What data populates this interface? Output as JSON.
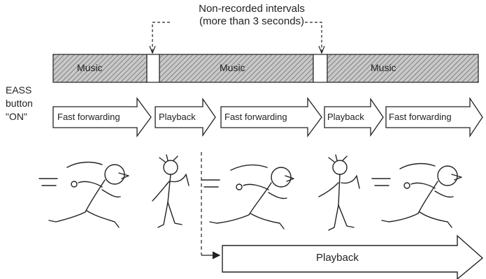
{
  "header": {
    "title_line1": "Non-recorded intervals",
    "title_line2": "(more than 3 seconds)"
  },
  "tape": {
    "segments": [
      "Music",
      "Music",
      "Music"
    ]
  },
  "side_label": {
    "line1": "EASS",
    "line2": "button",
    "line3": "\"ON\""
  },
  "sequence": [
    {
      "label": "Fast forwarding",
      "figure": "running-figure-icon"
    },
    {
      "label": "Playback",
      "figure": "singing-figure-icon"
    },
    {
      "label": "Fast forwarding",
      "figure": "running-figure-icon"
    },
    {
      "label": "Playback",
      "figure": "singing-figure-icon"
    },
    {
      "label": "Fast forwarding",
      "figure": "running-figure-icon"
    }
  ],
  "bottom": {
    "label": "Playback"
  },
  "colors": {
    "ink": "#222222",
    "hatch": "#8a8a8a",
    "background": "#ffffff"
  }
}
